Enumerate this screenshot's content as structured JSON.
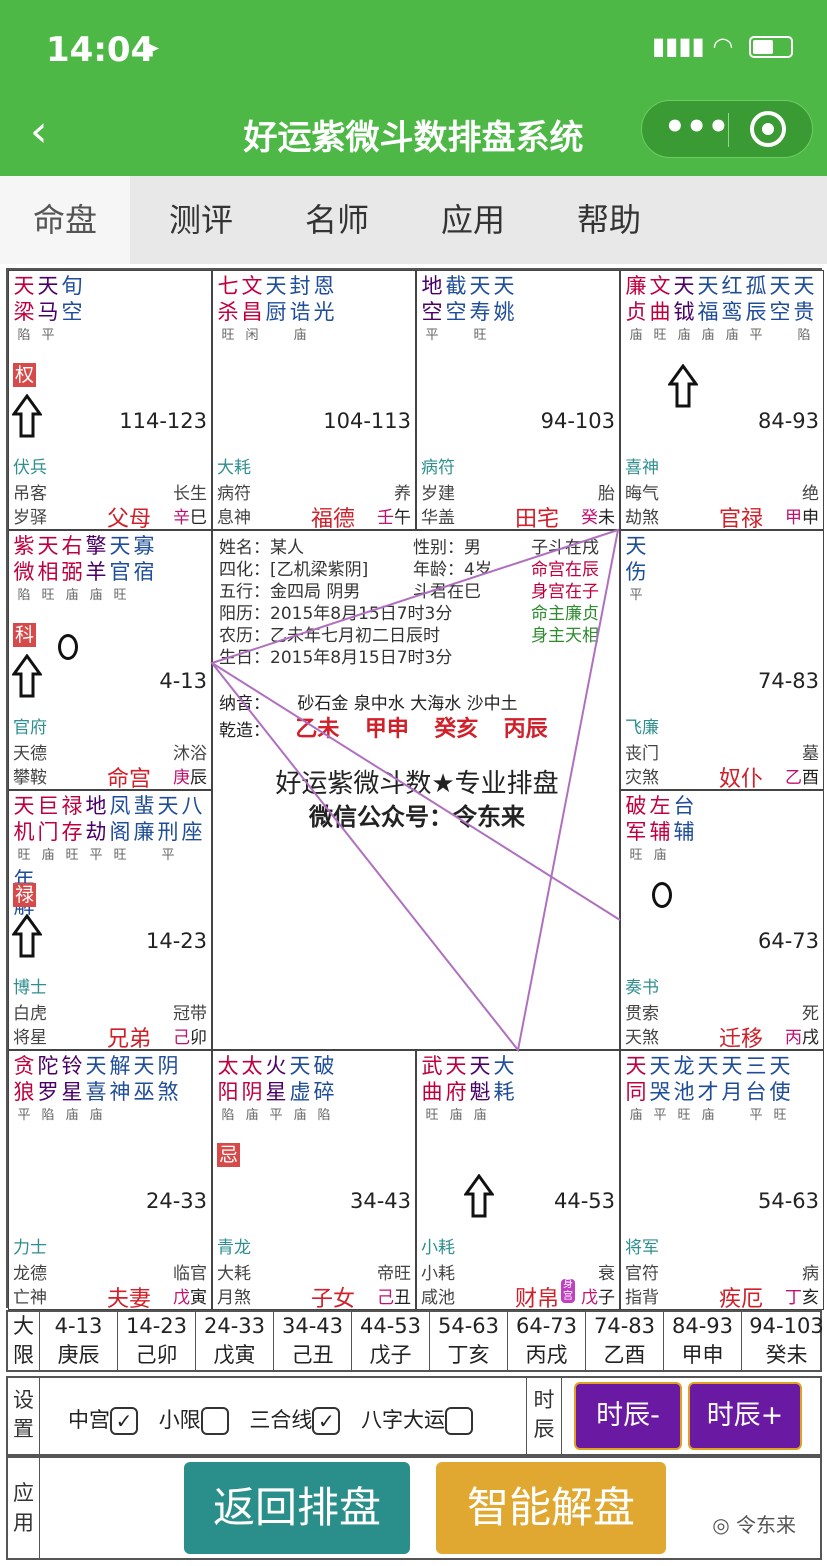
{
  "status_bar": {
    "time": "14:04",
    "location_glyph": "➤",
    "signal": "▮▮▮▮",
    "wifi": "◠"
  },
  "title_bar": {
    "back": "‹",
    "title": "好运紫微斗数排盘系统",
    "more": "•••"
  },
  "tabs": [
    "命盘",
    "测评",
    "名师",
    "应用",
    "帮助"
  ],
  "palaces": [
    {
      "id": "si",
      "stars": [
        {
          "n": "天梁",
          "b": "陷",
          "c": "mj"
        },
        {
          "n": "天马",
          "b": "平",
          "c": "mn"
        },
        {
          "n": "旬空",
          "b": "",
          "c": "mi"
        }
      ],
      "sihua": "权",
      "range": "114-123",
      "g1": "伏兵",
      "g2": "吊客",
      "g3": "岁驿",
      "cs": "长生",
      "palace": "父母",
      "gan": "辛",
      "zhi": "巳"
    },
    {
      "id": "wu",
      "stars": [
        {
          "n": "七杀",
          "b": "旺",
          "c": "mj"
        },
        {
          "n": "文昌",
          "b": "闲",
          "c": "mj"
        },
        {
          "n": "天厨",
          "b": "",
          "c": "mi"
        },
        {
          "n": "封诰",
          "b": "庙",
          "c": "mi"
        },
        {
          "n": "恩光",
          "b": "",
          "c": "mi"
        }
      ],
      "sihua": "",
      "range": "104-113",
      "g1": "大耗",
      "g2": "病符",
      "g3": "息神",
      "cs": "养",
      "palace": "福德",
      "gan": "壬",
      "zhi": "午"
    },
    {
      "id": "wei",
      "stars": [
        {
          "n": "地空",
          "b": "平",
          "c": "mn"
        },
        {
          "n": "截空",
          "b": "",
          "c": "mi"
        },
        {
          "n": "天寿",
          "b": "旺",
          "c": "mi"
        },
        {
          "n": "天姚",
          "b": "",
          "c": "mi"
        }
      ],
      "sihua": "",
      "range": "94-103",
      "g1": "病符",
      "g2": "岁建",
      "g3": "华盖",
      "cs": "胎",
      "palace": "田宅",
      "gan": "癸",
      "zhi": "未"
    },
    {
      "id": "shen",
      "stars": [
        {
          "n": "廉贞",
          "b": "庙",
          "c": "mj"
        },
        {
          "n": "文曲",
          "b": "旺",
          "c": "mj"
        },
        {
          "n": "天钺",
          "b": "庙",
          "c": "mn"
        },
        {
          "n": "天福",
          "b": "庙",
          "c": "mi"
        },
        {
          "n": "红鸾",
          "b": "庙",
          "c": "mi"
        },
        {
          "n": "孤辰",
          "b": "平",
          "c": "mi"
        },
        {
          "n": "天空",
          "b": "",
          "c": "mi"
        },
        {
          "n": "天贵",
          "b": "陷",
          "c": "mi"
        }
      ],
      "sihua": "",
      "range": "84-93",
      "g1": "喜神",
      "g2": "晦气",
      "g3": "劫煞",
      "cs": "绝",
      "palace": "官禄",
      "gan": "甲",
      "zhi": "申"
    },
    {
      "id": "chen",
      "stars": [
        {
          "n": "紫微",
          "b": "陷",
          "c": "mj"
        },
        {
          "n": "天相",
          "b": "旺",
          "c": "mj"
        },
        {
          "n": "右弼",
          "b": "庙",
          "c": "mj"
        },
        {
          "n": "擎羊",
          "b": "庙",
          "c": "mn"
        },
        {
          "n": "天官",
          "b": "旺",
          "c": "mi"
        },
        {
          "n": "寡宿",
          "b": "",
          "c": "mi"
        }
      ],
      "sihua": "科",
      "range": "4-13",
      "g1": "官府",
      "g2": "天德",
      "g3": "攀鞍",
      "cs": "沐浴",
      "palace": "命宫",
      "gan": "庚",
      "zhi": "辰"
    },
    {
      "id": "you",
      "stars": [
        {
          "n": "天伤",
          "b": "平",
          "c": "mi"
        }
      ],
      "sihua": "",
      "range": "74-83",
      "g1": "飞廉",
      "g2": "丧门",
      "g3": "灾煞",
      "cs": "墓",
      "palace": "奴仆",
      "gan": "乙",
      "zhi": "酉"
    },
    {
      "id": "mao",
      "stars": [
        {
          "n": "天机",
          "b": "旺",
          "c": "mj"
        },
        {
          "n": "巨门",
          "b": "庙",
          "c": "mj"
        },
        {
          "n": "禄存",
          "b": "旺",
          "c": "mj"
        },
        {
          "n": "地劫",
          "b": "平",
          "c": "mn"
        },
        {
          "n": "凤阁",
          "b": "旺",
          "c": "mi"
        },
        {
          "n": "蜚廉",
          "b": "",
          "c": "mi"
        },
        {
          "n": "天刑",
          "b": "平",
          "c": "mi"
        },
        {
          "n": "八座",
          "b": "",
          "c": "mi"
        },
        {
          "n": "年解",
          "b": "",
          "c": "mi"
        }
      ],
      "sihua": "禄",
      "range": "14-23",
      "g1": "博士",
      "g2": "白虎",
      "g3": "将星",
      "cs": "冠带",
      "palace": "兄弟",
      "gan": "己",
      "zhi": "卯"
    },
    {
      "id": "xu",
      "stars": [
        {
          "n": "破军",
          "b": "旺",
          "c": "mj"
        },
        {
          "n": "左辅",
          "b": "庙",
          "c": "mj"
        },
        {
          "n": "台辅",
          "b": "",
          "c": "mi"
        }
      ],
      "sihua": "",
      "range": "64-73",
      "g1": "奏书",
      "g2": "贯索",
      "g3": "天煞",
      "cs": "死",
      "palace": "迁移",
      "gan": "丙",
      "zhi": "戌"
    },
    {
      "id": "yin",
      "stars": [
        {
          "n": "贪狼",
          "b": "平",
          "c": "mj"
        },
        {
          "n": "陀罗",
          "b": "陷",
          "c": "mn"
        },
        {
          "n": "铃星",
          "b": "庙",
          "c": "mn"
        },
        {
          "n": "天喜",
          "b": "庙",
          "c": "mi"
        },
        {
          "n": "解神",
          "b": "",
          "c": "mi"
        },
        {
          "n": "天巫",
          "b": "",
          "c": "mi"
        },
        {
          "n": "阴煞",
          "b": "",
          "c": "mi"
        }
      ],
      "sihua": "",
      "range": "24-33",
      "g1": "力士",
      "g2": "龙德",
      "g3": "亡神",
      "cs": "临官",
      "palace": "夫妻",
      "gan": "戊",
      "zhi": "寅"
    },
    {
      "id": "chou",
      "stars": [
        {
          "n": "太阳",
          "b": "陷",
          "c": "mj"
        },
        {
          "n": "太阴",
          "b": "庙",
          "c": "mj"
        },
        {
          "n": "火星",
          "b": "平",
          "c": "mn"
        },
        {
          "n": "天虚",
          "b": "庙",
          "c": "mi"
        },
        {
          "n": "破碎",
          "b": "陷",
          "c": "mi"
        }
      ],
      "sihua": "忌",
      "range": "34-43",
      "g1": "青龙",
      "g2": "大耗",
      "g3": "月煞",
      "cs": "帝旺",
      "palace": "子女",
      "gan": "己",
      "zhi": "丑"
    },
    {
      "id": "zi",
      "stars": [
        {
          "n": "武曲",
          "b": "旺",
          "c": "mj"
        },
        {
          "n": "天府",
          "b": "庙",
          "c": "mj"
        },
        {
          "n": "天魁",
          "b": "庙",
          "c": "mn"
        },
        {
          "n": "大耗",
          "b": "",
          "c": "mi"
        }
      ],
      "sihua": "",
      "range": "44-53",
      "g1": "小耗",
      "g2": "小耗",
      "g3": "咸池",
      "cs": "衰",
      "palace": "财帛",
      "gan": "戊",
      "zhi": "子",
      "shen": "身宫"
    },
    {
      "id": "hai",
      "stars": [
        {
          "n": "天同",
          "b": "庙",
          "c": "mj"
        },
        {
          "n": "天哭",
          "b": "平",
          "c": "mi"
        },
        {
          "n": "龙池",
          "b": "旺",
          "c": "mi"
        },
        {
          "n": "天才",
          "b": "庙",
          "c": "mi"
        },
        {
          "n": "天月",
          "b": "",
          "c": "mi"
        },
        {
          "n": "三台",
          "b": "平",
          "c": "mi"
        },
        {
          "n": "天使",
          "b": "旺",
          "c": "mi"
        }
      ],
      "sihua": "",
      "range": "54-63",
      "g1": "将军",
      "g2": "官符",
      "g3": "指背",
      "cs": "病",
      "palace": "疾厄",
      "gan": "丁",
      "zhi": "亥"
    }
  ],
  "center": {
    "l1": "姓名：某人",
    "l2": "四化：[乙机梁紫阴]",
    "l3": "五行：金四局 阴男",
    "l4": "阳历：2015年8月15日7时3分",
    "l5": "农历：乙未年七月初二日辰时",
    "l6": "生日：2015年8月15日7时3分",
    "r1": "性别：男",
    "r2": "年龄：4岁",
    "r3": "斗君在巳",
    "g1": "子斗在戌",
    "g2": "命宫在辰",
    "g3": "身宫在子",
    "g4": "命主廉贞",
    "g5": "身主天相",
    "nayin_label": "纳音：",
    "nayin": "砂石金 泉中水 大海水 沙中土",
    "qz_label": "乾造：",
    "qz": [
      "乙未",
      "甲申",
      "癸亥",
      "丙辰"
    ],
    "brand": "好运紫微斗数★专业排盘",
    "wechat": "微信公众号：令东来"
  },
  "daxian": {
    "label": "大限",
    "items": [
      [
        "4-13",
        "庚辰"
      ],
      [
        "14-23",
        "己卯"
      ],
      [
        "24-33",
        "戊寅"
      ],
      [
        "34-43",
        "己丑"
      ],
      [
        "44-53",
        "戊子"
      ],
      [
        "54-63",
        "丁亥"
      ],
      [
        "64-73",
        "丙戌"
      ],
      [
        "74-83",
        "乙酉"
      ],
      [
        "84-93",
        "甲申"
      ],
      [
        "94-103",
        "癸未"
      ]
    ]
  },
  "settings": {
    "label": "设置",
    "opt1": "中宫",
    "opt2": "小限",
    "opt3": "三合线",
    "opt4": "八字大运",
    "time_label": "时辰",
    "btn_minus": "时辰-",
    "btn_plus": "时辰+"
  },
  "apply": {
    "label": "应用",
    "btn_return": "返回排盘",
    "btn_smart": "智能解盘"
  },
  "watermark": "令东来",
  "colors": {
    "green": "#4db845",
    "purple": "#6a1aa2",
    "teal": "#2a8f8a",
    "gold": "#e0a830"
  }
}
